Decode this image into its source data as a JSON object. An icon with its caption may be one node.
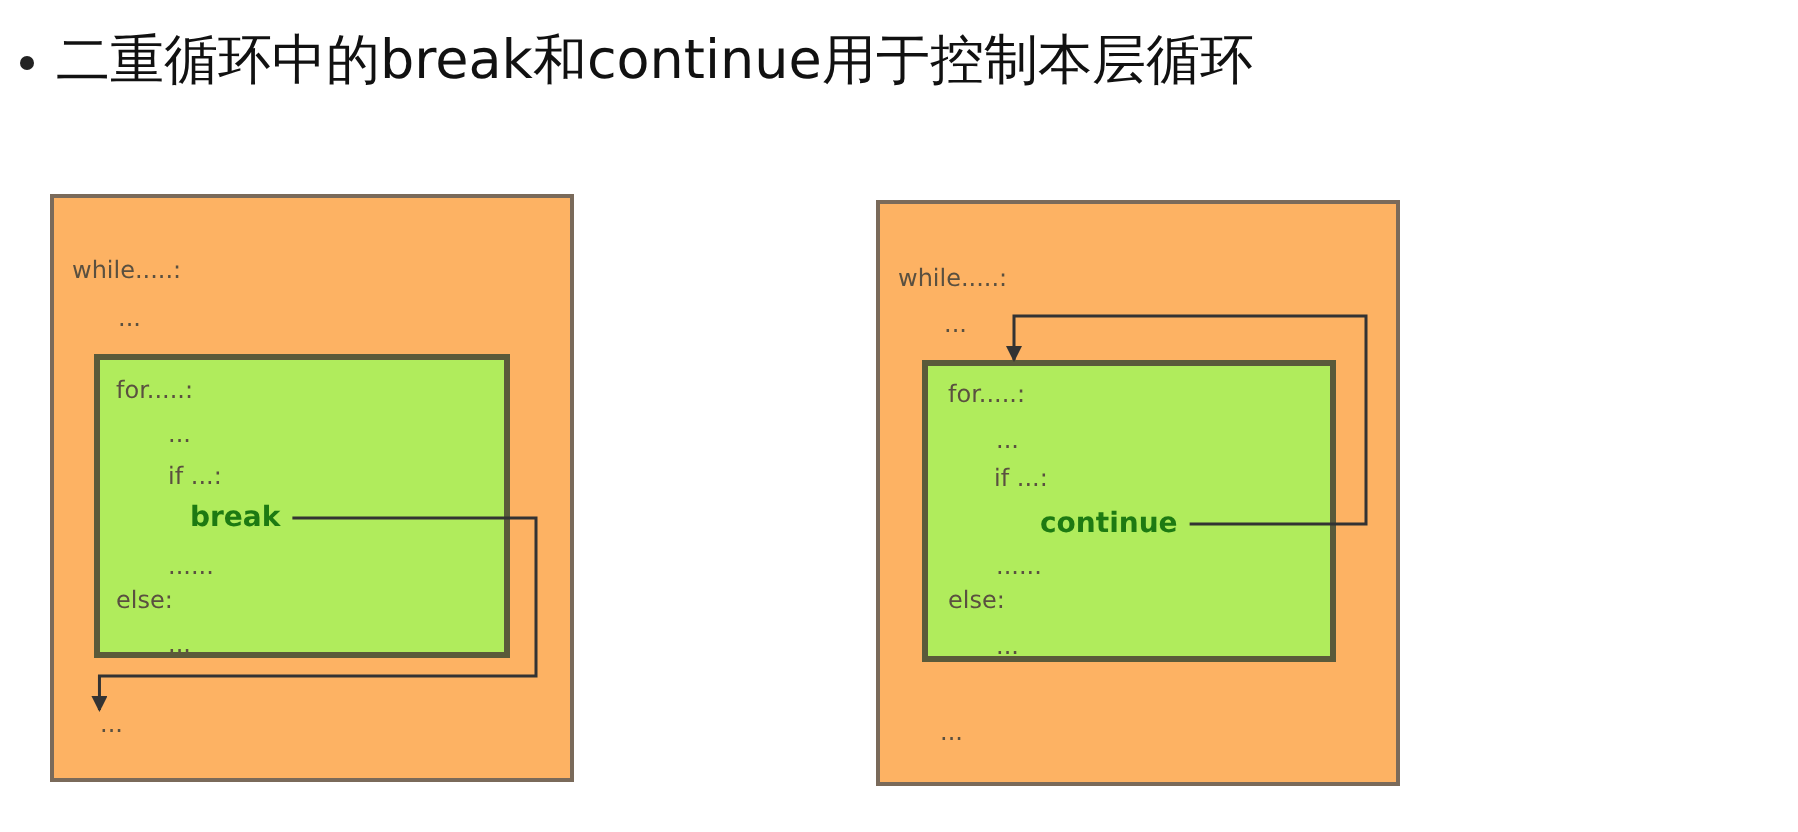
{
  "diagram": {
    "title": "二重循环中的break和continue用于控制本层循环",
    "nodes": [
      {
        "text": [
          "while.....:",
          "..."
        ]
      },
      {
        "text": [
          "for.....:",
          "...",
          "if ...:",
          "......",
          "else:",
          "..."
        ],
        "in": 0
      },
      {
        "text": [
          "break"
        ],
        "in": 1
      },
      {
        "text": [
          "..."
        ],
        "in": 0
      },
      {
        "text": [
          "while.....:",
          "...",
          "..."
        ]
      },
      {
        "text": [
          "for.....:",
          "...",
          "if ...:",
          "......",
          "else:",
          "..."
        ],
        "in": 4
      },
      {
        "text": [
          "continue"
        ],
        "in": 5
      }
    ],
    "edges": [
      {
        "from": 2,
        "to": 3,
        "arrow": "to"
      },
      {
        "from": 6,
        "to": 5,
        "arrow": "to"
      }
    ]
  }
}
